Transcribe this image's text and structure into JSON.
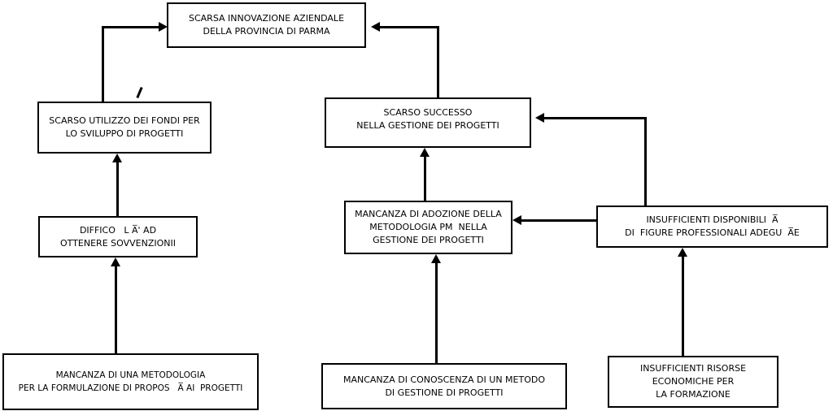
{
  "diagram": {
    "colors": {
      "line": "#000000",
      "background": "#ffffff",
      "text": "#000000"
    },
    "stray_mark": " ",
    "nodes": {
      "innovazione": {
        "lines": [
          "SCARSA INNOVAZIONE AZIENDALE",
          "DELLA PROVINCIA DI PARMA"
        ]
      },
      "utilizzo_fondi": {
        "lines": [
          "SCARSO UTILIZZO DEI FONDI PER",
          "LO SVILUPPO DI PROGETTI"
        ]
      },
      "scarso_successo": {
        "lines": [
          "SCARSO SUCCESSO",
          "NELLA GESTIONE DEI PROGETTI"
        ]
      },
      "difficolta": {
        "lines": [
          "DIFFICO   L A̅' AD",
          "OTTENERE SOVVENZIONII"
        ]
      },
      "adozione_pm": {
        "lines": [
          "MANCANZA DI ADOZIONE DELLA",
          "METODOLOGIA PM  NELLA",
          "GESTIONE DEI PROGETTI"
        ]
      },
      "disponibilita": {
        "lines": [
          "INSUFFICIENTI DISPONIBILI  A̅",
          "DI  FIGURE PROFESSIONALI ADEGU  A̅E"
        ]
      },
      "proposte": {
        "lines": [
          "MANCANZA DI UNA METODOLOGIA",
          "PER LA FORMULAZIONE DI PROPOS   A̅ AI  PROGETTI"
        ]
      },
      "conoscenza": {
        "lines": [
          "MANCANZA DI CONOSCENZA DI UN METODO",
          "DI GESTIONE DI PROGETTI"
        ]
      },
      "risorse": {
        "lines": [
          "INSUFFICIENTI RISORSE",
          "ECONOMICHE PER",
          "LA FORMAZIONE"
        ]
      }
    }
  }
}
